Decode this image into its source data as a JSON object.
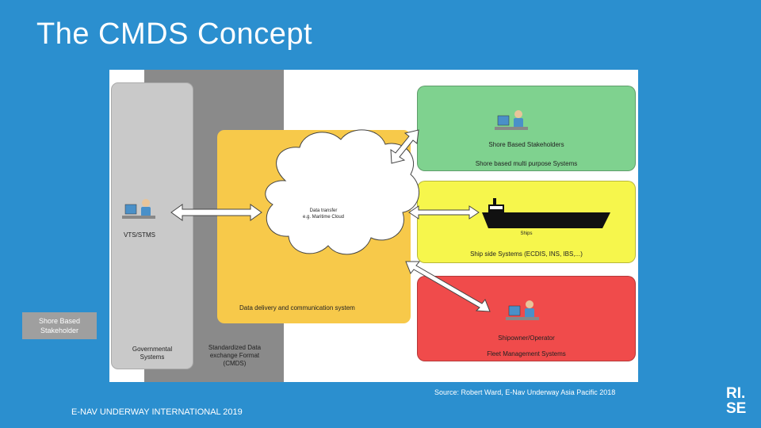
{
  "slide": {
    "title": "The CMDS Concept",
    "source": "Source: Robert Ward, E-Nav Underway Asia Pacific 2018",
    "footer": "E-NAV UNDERWAY INTERNATIONAL 2019",
    "logo_line1": "RI.",
    "logo_line2": "SE"
  },
  "diagram": {
    "left_actor": "VTS/STMS",
    "column_light_label": "Governmental Systems",
    "column_dark_label": "Standardized Data exchange Format (CMDS)",
    "cloud_label_line1": "Data transfer",
    "cloud_label_line2": "e.g. Maritime Cloud",
    "yellow_box_label": "Data delivery and communication system",
    "overlay_label": "Shore Based Stakeholder",
    "panels": [
      {
        "title": "Shore Based Stakeholders",
        "subtitle": "Shore based multi purpose Systems"
      },
      {
        "title": "Ships",
        "subtitle": "Ship side Systems (ECDIS, INS, IBS,...)"
      },
      {
        "title": "Shipowner/Operator",
        "subtitle": "Fleet Management Systems"
      }
    ]
  },
  "colors": {
    "background": "#2b8fcf",
    "green_panel": "#7fd28f",
    "yellow_panel": "#f6f64c",
    "red_panel": "#f04b4b",
    "data_box": "#f7c94a"
  }
}
